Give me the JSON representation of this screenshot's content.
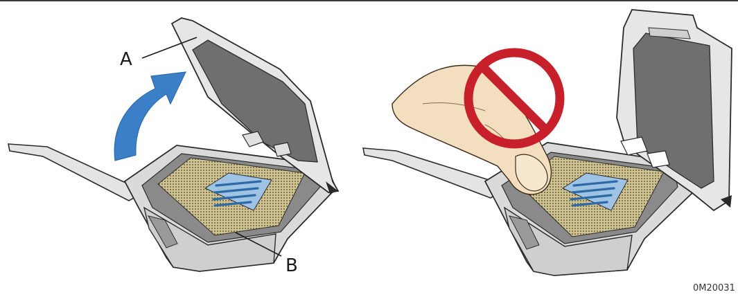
{
  "labels": {
    "a": "A",
    "b": "B"
  },
  "figure_code": "0M20031",
  "colors": {
    "arrow": "#3a7fc7",
    "prohibit": "#c8202a",
    "contacts": "#a89a5a",
    "die": "#4a86c0",
    "socket": "#d8d8d8",
    "outline": "#2a2a2a",
    "plate": "#6e6e6e",
    "finger": "#f3dfc0"
  },
  "icons": {
    "arrow": "curved-up-arrow-icon",
    "prohibit": "prohibition-sign-icon"
  }
}
